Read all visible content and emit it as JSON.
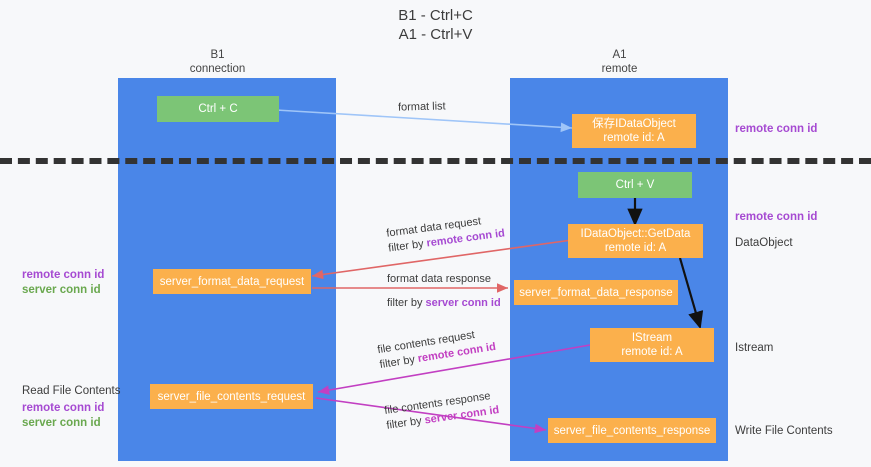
{
  "title": {
    "line1": "B1 - Ctrl+C",
    "line2": "A1 - Ctrl+V"
  },
  "lanes": [
    {
      "id": "b1",
      "name": "B1",
      "sub": "connection"
    },
    {
      "id": "a1",
      "name": "A1",
      "sub": "remote"
    }
  ],
  "nodes": {
    "ctrl_c": {
      "label": "Ctrl + C",
      "color": "#7cc576"
    },
    "save_idataobject": {
      "line1": "保存IDataObject",
      "line2": "remote id: A",
      "color": "#fbb04c"
    },
    "ctrl_v": {
      "label": "Ctrl + V",
      "color": "#7cc576"
    },
    "getdata": {
      "line1": "IDataObject::GetData",
      "line2": "remote id: A",
      "color": "#fbb04c"
    },
    "server_format_data_request": {
      "label": "server_format_data_request",
      "color": "#fbb04c"
    },
    "server_format_data_response": {
      "label": "server_format_data_response",
      "color": "#fbb04c"
    },
    "istream": {
      "line1": "IStream",
      "line2": "remote id: A",
      "color": "#fbb04c"
    },
    "server_file_contents_request": {
      "label": "server_file_contents_request",
      "color": "#fbb04c"
    },
    "server_file_contents_response": {
      "label": "server_file_contents_response",
      "color": "#fbb04c"
    }
  },
  "edges": {
    "format_list": {
      "label": "format list",
      "color": "#9fc5f8"
    },
    "format_data_request": {
      "line1": "format data request",
      "line2_prefix": "filter by ",
      "line2_key": "remote conn id",
      "color": "#e06666"
    },
    "format_data_response": {
      "line1": "format data response",
      "line2_prefix": "filter by ",
      "line2_key": "server conn id",
      "color": "#e06666"
    },
    "file_contents_request": {
      "line1": "file contents request",
      "line2_prefix": "filter by ",
      "line2_key": "remote conn id",
      "color": "#c23fc2"
    },
    "file_contents_response": {
      "line1": "file contents response",
      "line2_prefix": "filter by ",
      "line2_key": "server conn id",
      "color": "#c23fc2"
    }
  },
  "left_labels": {
    "conn_ids_1": {
      "remote": "remote conn id",
      "server": "server conn id"
    },
    "read_file_contents": "Read File Contents",
    "conn_ids_2": {
      "remote": "remote conn id",
      "server": "server conn id"
    }
  },
  "right_labels": {
    "remote_conn_id_top": "remote conn id",
    "remote_conn_id_mid": "remote conn id",
    "dataobject": "DataObject",
    "istream": "Istream",
    "write_file_contents": "Write File Contents"
  },
  "colors": {
    "lane": "#4a86e8",
    "green_node": "#7cc576",
    "orange_node": "#fbb04c",
    "purple": "#a64ad2",
    "green_text": "#6aa84f",
    "red_arrow": "#e06666",
    "magenta_arrow": "#c23fc2",
    "blue_arrow": "#9fc5f8",
    "divider": "#333333",
    "background": "#f7f8fa"
  }
}
